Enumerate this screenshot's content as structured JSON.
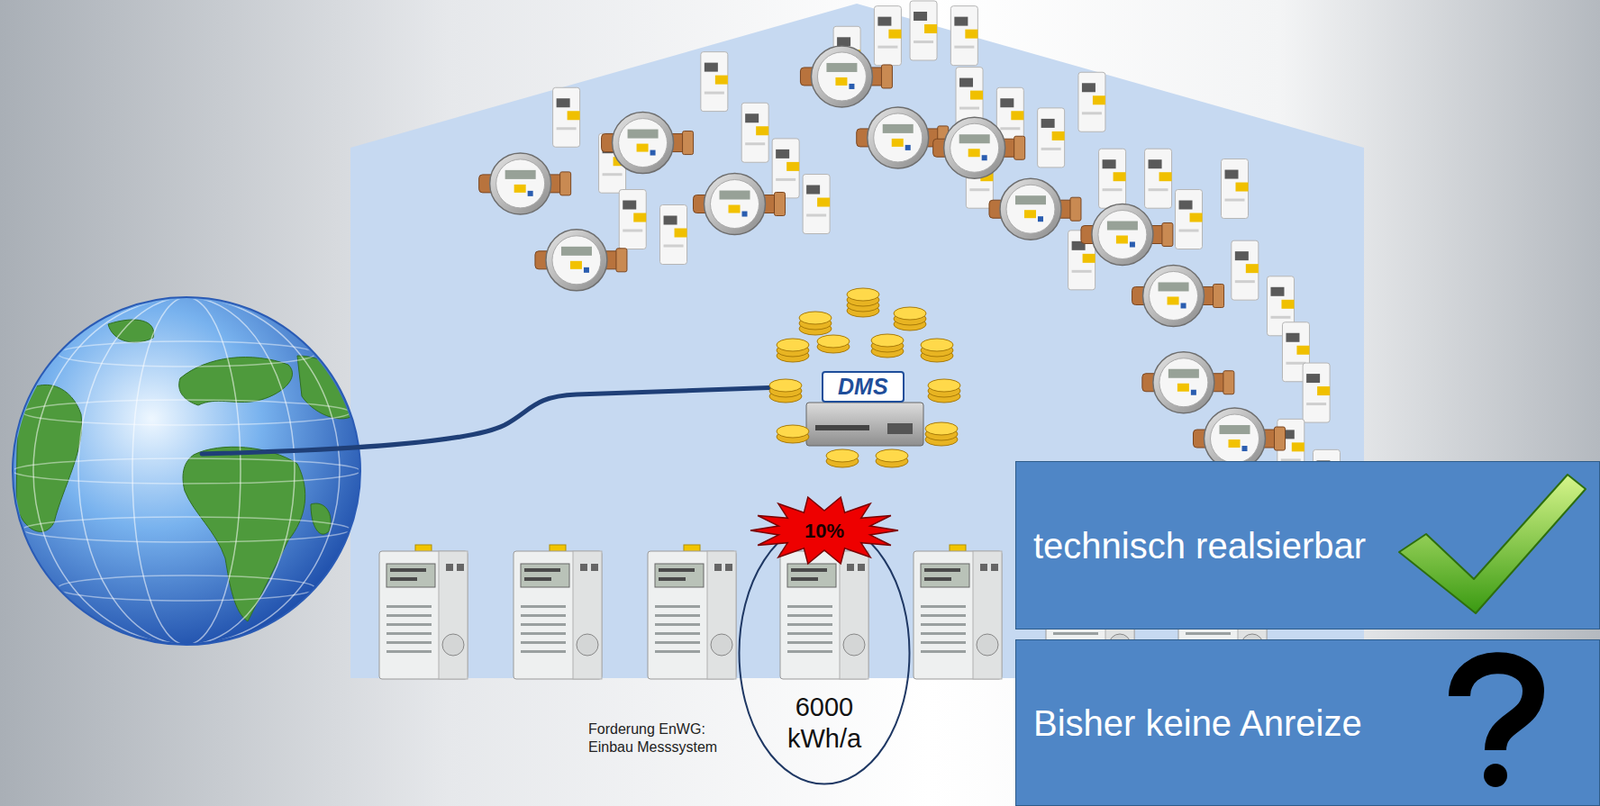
{
  "diagram": {
    "nodes": [
      {
        "text": [
          "6000 kWh/a"
        ]
      },
      {
        "text": [
          "technisch realsierbar"
        ]
      },
      {
        "text": [
          "Bisher keine Anreize"
        ]
      }
    ],
    "labels": [
      "DMS",
      "10%",
      "Forderung EnWG: Einbau Messsystem"
    ]
  }
}
